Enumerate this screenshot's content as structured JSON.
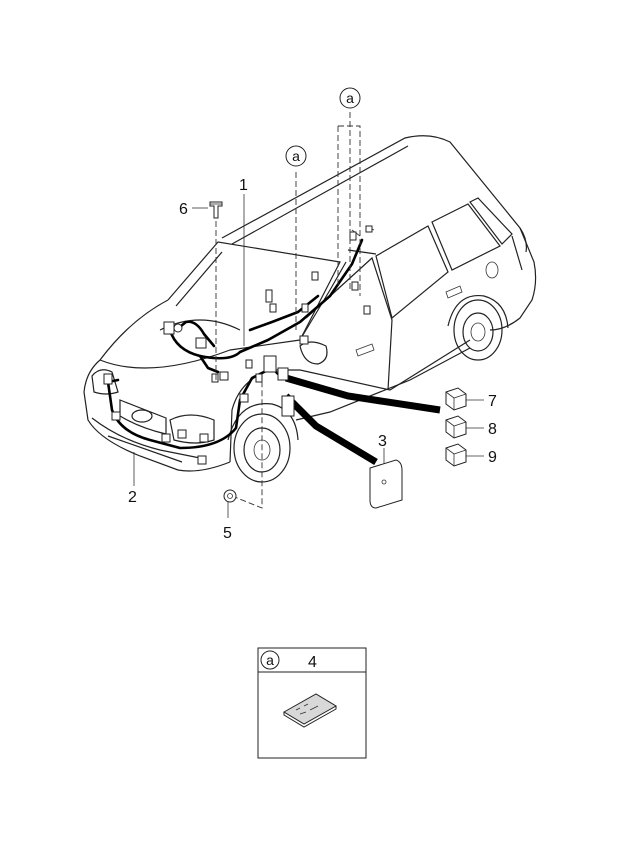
{
  "ref_marker": "a",
  "callouts": {
    "n1": "1",
    "n2": "2",
    "n3": "3",
    "n5": "5",
    "n6": "6",
    "n7": "7",
    "n8": "8",
    "n9": "9"
  },
  "inset": {
    "marker": "a",
    "number": "4"
  }
}
